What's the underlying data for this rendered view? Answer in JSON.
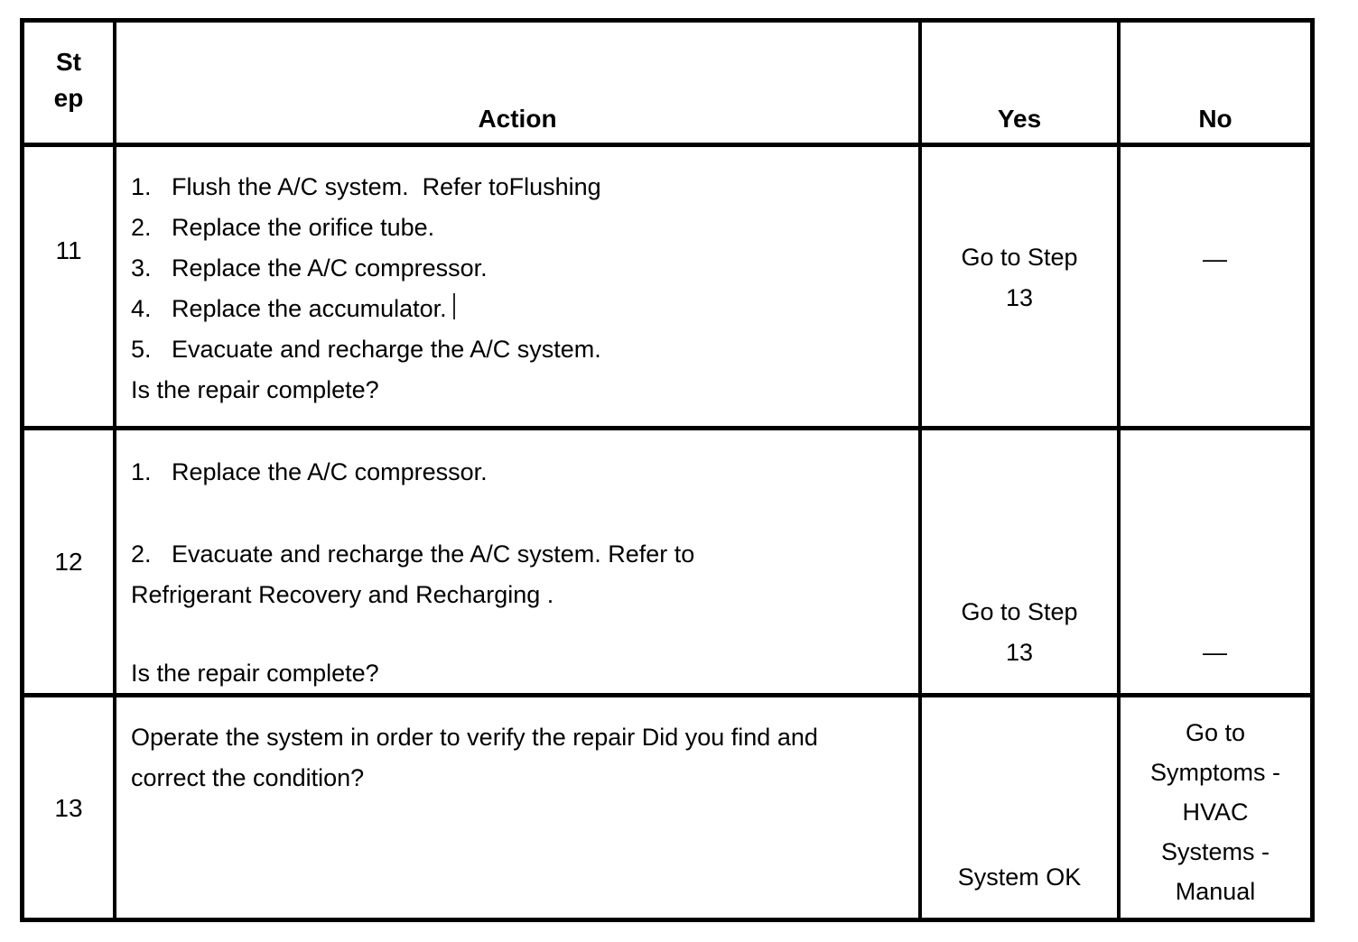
{
  "table": {
    "header": {
      "step_line1": "St",
      "step_line2": "ep",
      "action": "Action",
      "yes": "Yes",
      "no": "No"
    },
    "rows": [
      {
        "step": "11",
        "action": {
          "items": [
            {
              "num": "1.",
              "text": "Flush the A/C system.  Refer toFlushing"
            },
            {
              "num": "2.",
              "text": "Replace the orifice tube."
            },
            {
              "num": "3.",
              "text": "Replace the A/C compressor."
            },
            {
              "num": "4.",
              "text": "Replace the accumulator.",
              "cursor_artifact": true
            },
            {
              "num": "5.",
              "text": "Evacuate and recharge the A/C system."
            }
          ],
          "question": "Is the repair complete?"
        },
        "yes_line1": "Go to Step",
        "yes_line2": "13",
        "no": "—"
      },
      {
        "step": "12",
        "action": {
          "item1_num": "1.",
          "item1_text": "Replace the A/C compressor.",
          "item2_num": "2.",
          "item2_text": "Evacuate and recharge the A/C system. Refer to",
          "item2_continuation": "Refrigerant Recovery and Recharging .",
          "question": "Is the repair complete?"
        },
        "yes_line1": "Go to Step",
        "yes_line2": "13",
        "no": "—"
      },
      {
        "step": "13",
        "action": {
          "text": "Operate the system in order to verify the repair Did you find and correct the condition?"
        },
        "yes": "System OK",
        "no_lines": [
          "Go to",
          "Symptoms -",
          "HVAC",
          "Systems -",
          "Manual"
        ]
      }
    ]
  }
}
